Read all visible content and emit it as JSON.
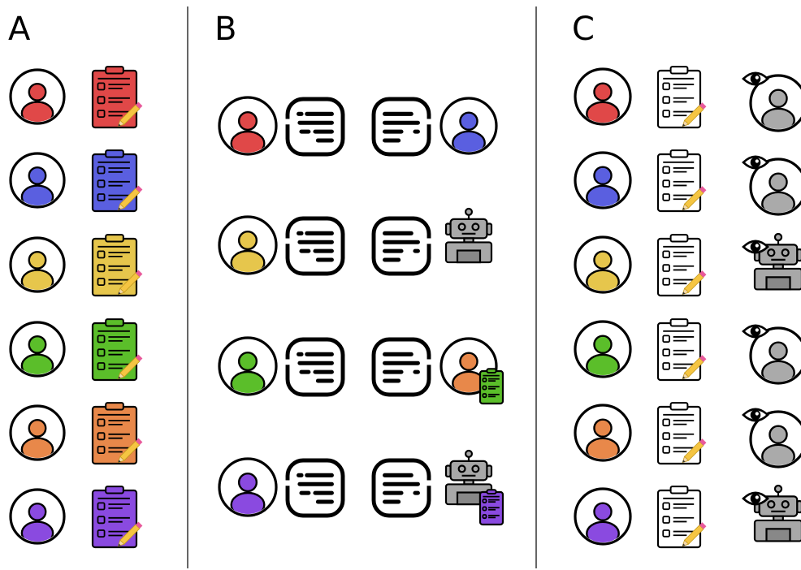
{
  "panels": {
    "a": {
      "label": "A"
    },
    "b": {
      "label": "B"
    },
    "c": {
      "label": "C"
    }
  },
  "colors": {
    "red": "#E04848",
    "blue": "#5A5FE0",
    "yellow": "#E6C64C",
    "green": "#5BBE2A",
    "orange": "#E8884A",
    "purple": "#8A4AE0",
    "gray": "#AAAAAA",
    "robot_gray": "#A8A8A8",
    "pencil": "#F5C542",
    "outline": "#000000"
  },
  "panel_a": {
    "rows": [
      {
        "person": "red",
        "clipboard": "red"
      },
      {
        "person": "blue",
        "clipboard": "blue"
      },
      {
        "person": "yellow",
        "clipboard": "yellow"
      },
      {
        "person": "green",
        "clipboard": "green"
      },
      {
        "person": "orange",
        "clipboard": "orange"
      },
      {
        "person": "purple",
        "clipboard": "purple"
      }
    ]
  },
  "panel_b": {
    "rows": [
      {
        "sender": "red",
        "receiver": {
          "kind": "person",
          "color": "blue",
          "clipboard": null
        }
      },
      {
        "sender": "yellow",
        "receiver": {
          "kind": "robot",
          "clipboard": null
        }
      },
      {
        "sender": "green",
        "receiver": {
          "kind": "person",
          "color": "orange",
          "clipboard": "green"
        }
      },
      {
        "sender": "purple",
        "receiver": {
          "kind": "robot",
          "clipboard": "purple"
        }
      }
    ]
  },
  "panel_c": {
    "rows": [
      {
        "person": "red",
        "observer": "person"
      },
      {
        "person": "blue",
        "observer": "person"
      },
      {
        "person": "yellow",
        "observer": "robot"
      },
      {
        "person": "green",
        "observer": "person"
      },
      {
        "person": "orange",
        "observer": "person"
      },
      {
        "person": "purple",
        "observer": "robot"
      }
    ]
  }
}
